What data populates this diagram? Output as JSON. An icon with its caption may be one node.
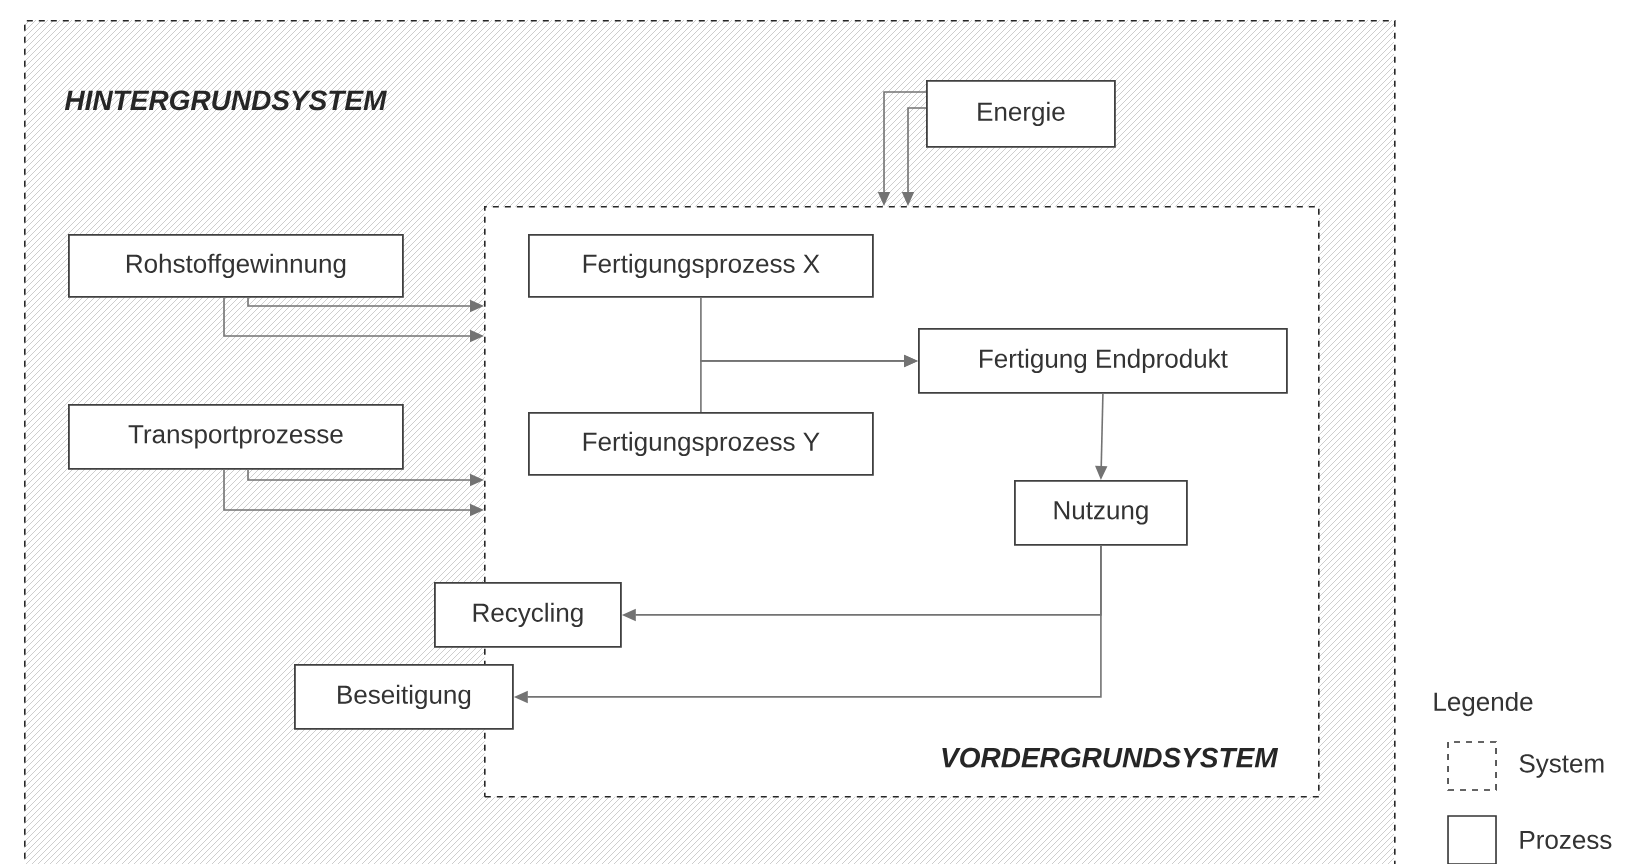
{
  "diagram": {
    "nodes": [
      {
        "text": [
          "HINTERGRUNDSYSTEM"
        ]
      },
      {
        "text": [
          "VORDERGRUNDSYSTEM"
        ],
        "in": 0
      },
      {
        "text": [
          "Energie"
        ],
        "in": 0
      },
      {
        "text": [
          "Rohstoffgewinnung"
        ],
        "in": 0
      },
      {
        "text": [
          "Transportprozesse"
        ],
        "in": 0
      },
      {
        "text": [
          "Fertigungsprozess X"
        ],
        "in": 1
      },
      {
        "text": [
          "Fertigungsprozess Y"
        ],
        "in": 1
      },
      {
        "text": [
          "Fertigung Endprodukt"
        ],
        "in": 1
      },
      {
        "text": [
          "Nutzung"
        ],
        "in": 1
      },
      {
        "text": [
          "Recycling"
        ],
        "in": 0
      },
      {
        "text": [
          "Beseitigung"
        ],
        "in": 0
      }
    ],
    "edges": [
      {
        "from": 2,
        "to": 1,
        "arrow": "to"
      },
      {
        "from": 2,
        "to": 1,
        "arrow": "to"
      },
      {
        "from": 3,
        "to": 1,
        "arrow": "to"
      },
      {
        "from": 3,
        "to": 1,
        "arrow": "to"
      },
      {
        "from": 4,
        "to": 1,
        "arrow": "to"
      },
      {
        "from": 4,
        "to": 1,
        "arrow": "to"
      },
      {
        "from": 5,
        "to": 7,
        "arrow": "to"
      },
      {
        "from": 6,
        "to": 7,
        "arrow": "to"
      },
      {
        "from": 7,
        "to": 8,
        "arrow": "to"
      },
      {
        "from": 8,
        "to": 9,
        "arrow": "to"
      },
      {
        "from": 8,
        "to": 10,
        "arrow": "to"
      }
    ],
    "labels": [
      "Legende"
    ],
    "legend": [
      {
        "text": "System"
      },
      {
        "text": "Prozess"
      }
    ]
  }
}
